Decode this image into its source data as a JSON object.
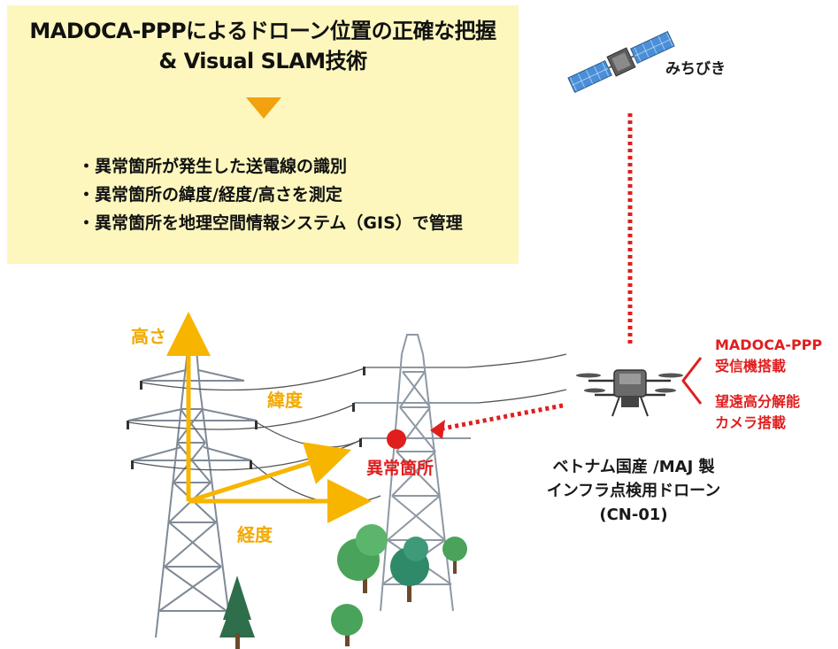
{
  "panel": {
    "title_line1": "MADOCA-PPPによるドローン位置の正確な把握",
    "title_line2": "& Visual SLAM技術",
    "bullets": [
      "・異常箇所が発生した送電線の識別",
      "・異常箇所の緯度/経度/高さを測定",
      "・異常箇所を地理空間情報システム（GIS）で管理"
    ]
  },
  "satellite": {
    "label": "みちびき"
  },
  "axes": {
    "height": "高さ",
    "latitude": "緯度",
    "longitude": "経度"
  },
  "anomaly": {
    "label": "異常箇所"
  },
  "drone": {
    "feature1_line1": "MADOCA-PPP",
    "feature1_line2": "受信機搭載",
    "feature2_line1": "望遠高分解能",
    "feature2_line2": "カメラ搭載",
    "caption_line1": "ベトナム国産 /MAJ 製",
    "caption_line2": "インフラ点検用ドローン",
    "caption_line3": "(CN-01)"
  },
  "colors": {
    "panel_bg": "#fdf7be",
    "accent_orange": "#f2a20e",
    "axis_yellow": "#f7b500",
    "alert_red": "#e01e1e",
    "tree_green": "#3f9a52"
  }
}
